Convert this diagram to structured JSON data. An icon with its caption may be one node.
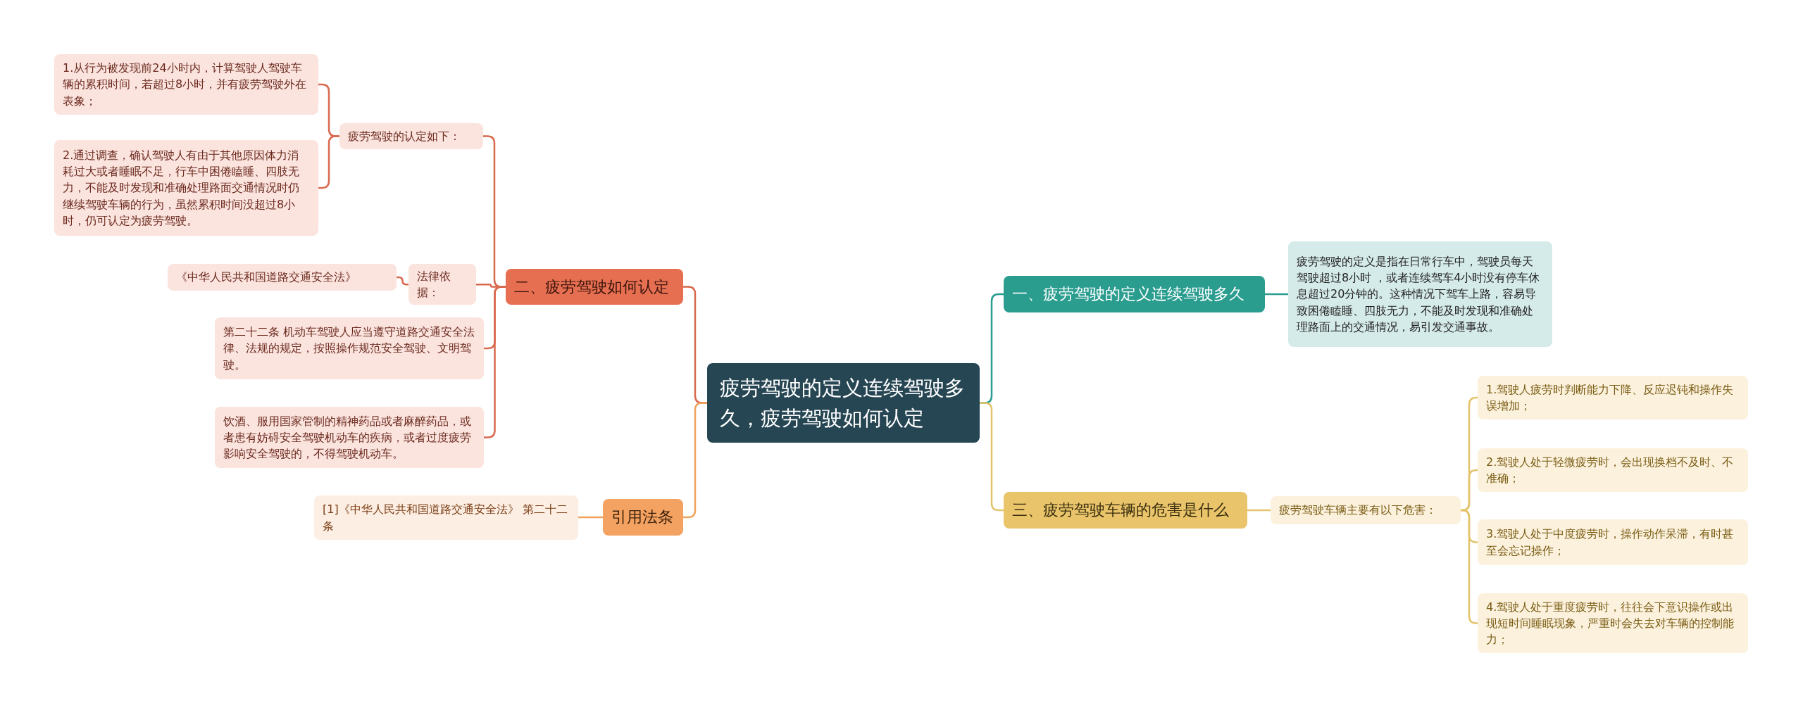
{
  "diagram": {
    "nodes": [
      {
        "text": [
          "疲劳驾驶的定义连续驾驶多久，疲劳驾驶如何认定"
        ]
      },
      {
        "text": [
          "一、疲劳驾驶的定义连续驾驶多久"
        ]
      },
      {
        "text": [
          "疲劳驾驶的定义是指在日常行车中，驾驶员每天驾驶超过8小时 ，或者连续驾车4小时没有停车休息超过20分钟的。这种情况下驾车上路，容易导致困倦瞌睡、四肢无力，不能及时发现和准确处理路面上的交通情况，易引发交通事故。"
        ]
      },
      {
        "text": [
          "三、疲劳驾驶车辆的危害是什么"
        ]
      },
      {
        "text": [
          "疲劳驾驶车辆主要有以下危害："
        ]
      },
      {
        "text": [
          "1.驾驶人疲劳时判断能力下降、反应迟钝和操作失误增加；"
        ]
      },
      {
        "text": [
          "2.驾驶人处于轻微疲劳时，会出现换档不及时、不准确；"
        ]
      },
      {
        "text": [
          "3.驾驶人处于中度疲劳时，操作动作呆滞，有时甚至会忘记操作；"
        ]
      },
      {
        "text": [
          "4.驾驶人处于重度疲劳时，往往会下意识操作或出现短时间睡眠现象，严重时会失去对车辆的控制能力；"
        ]
      },
      {
        "text": [
          "二、疲劳驾驶如何认定"
        ]
      },
      {
        "text": [
          "疲劳驾驶的认定如下："
        ]
      },
      {
        "text": [
          "1.从行为被发现前24小时内，计算驾驶人驾驶车辆的累积时间，若超过8小时，并有疲劳驾驶外在表象；"
        ]
      },
      {
        "text": [
          "2.通过调查，确认驾驶人有由于其他原因体力消耗过大或者睡眠不足，行车中困倦瞌睡、四肢无力，不能及时发现和准确处理路面交通情况时仍继续驾驶车辆的行为，虽然累积时间没超过8小时，仍可认定为疲劳驾驶。"
        ]
      },
      {
        "text": [
          "法律依据："
        ]
      },
      {
        "text": [
          "《中华人民共和国道路交通安全法》"
        ]
      },
      {
        "text": [
          "第二十二条 机动车驾驶人应当遵守道路交通安全法律、法规的规定，按照操作规范安全驾驶、文明驾驶。"
        ]
      },
      {
        "text": [
          "饮酒、服用国家管制的精神药品或者麻醉药品，或者患有妨碍安全驾驶机动车的疾病，或者过度疲劳影响安全驾驶的，不得驾驶机动车。"
        ]
      },
      {
        "text": [
          "引用法条"
        ]
      },
      {
        "text": [
          "[1]《中华人民共和国道路交通安全法》 第二十二条"
        ]
      }
    ],
    "edges": [
      {
        "from": 0,
        "to": 1,
        "arrow": "none",
        "color": "#2a9d8f"
      },
      {
        "from": 1,
        "to": 2,
        "arrow": "none",
        "color": "#2a9d8f"
      },
      {
        "from": 0,
        "to": 3,
        "arrow": "none",
        "color": "#e3c46c"
      },
      {
        "from": 3,
        "to": 4,
        "arrow": "none",
        "color": "#e3c46c"
      },
      {
        "from": 4,
        "to": 5,
        "arrow": "none",
        "color": "#e3c46c"
      },
      {
        "from": 4,
        "to": 6,
        "arrow": "none",
        "color": "#e3c46c"
      },
      {
        "from": 4,
        "to": 7,
        "arrow": "none",
        "color": "#e3c46c"
      },
      {
        "from": 4,
        "to": 8,
        "arrow": "none",
        "color": "#e3c46c"
      },
      {
        "from": 0,
        "to": 9,
        "arrow": "none",
        "color": "#d9694e"
      },
      {
        "from": 9,
        "to": 10,
        "arrow": "none",
        "color": "#d9694e"
      },
      {
        "from": 10,
        "to": 11,
        "arrow": "none",
        "color": "#d9694e"
      },
      {
        "from": 10,
        "to": 12,
        "arrow": "none",
        "color": "#d9694e"
      },
      {
        "from": 9,
        "to": 13,
        "arrow": "none",
        "color": "#d9694e"
      },
      {
        "from": 13,
        "to": 14,
        "arrow": "none",
        "color": "#d9694e"
      },
      {
        "from": 9,
        "to": 15,
        "arrow": "none",
        "color": "#d9694e"
      },
      {
        "from": 9,
        "to": 16,
        "arrow": "none",
        "color": "#d9694e"
      },
      {
        "from": 0,
        "to": 17,
        "arrow": "none",
        "color": "#f0a35e"
      },
      {
        "from": 17,
        "to": 18,
        "arrow": "none",
        "color": "#f0a35e"
      }
    ]
  }
}
